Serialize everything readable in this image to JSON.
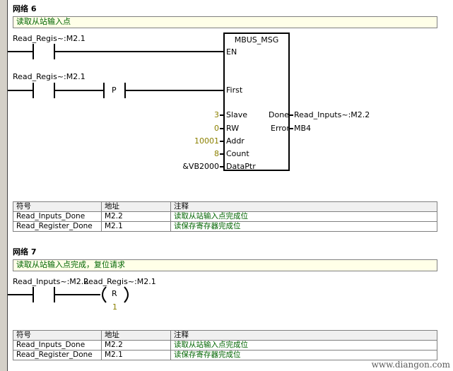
{
  "network6": {
    "title": "网络 6",
    "comment": "读取从站输入点",
    "contact1_label": "Read_Regis~:M2.1",
    "contact2_label": "Read_Regis~:M2.1",
    "p_contact": "P",
    "block": {
      "name": "MBUS_MSG",
      "pin_en": "EN",
      "pin_first": "First",
      "pin_slave": "Slave",
      "pin_rw": "RW",
      "pin_addr": "Addr",
      "pin_count": "Count",
      "pin_dataptr": "DataPtr",
      "pin_done": "Done",
      "pin_error": "Error",
      "val_slave": "3",
      "val_rw": "0",
      "val_addr": "10001",
      "val_count": "8",
      "val_dataptr": "&VB2000",
      "out_done": "Read_Inputs~:M2.2",
      "out_error": "MB4"
    },
    "table": {
      "headers": [
        "符号",
        "地址",
        "注释"
      ],
      "rows": [
        [
          "Read_Inputs_Done",
          "M2.2",
          "读取从站输入点完成位"
        ],
        [
          "Read_Register_Done",
          "M2.1",
          "读保存寄存器完成位"
        ]
      ]
    }
  },
  "network7": {
    "title": "网络 7",
    "comment": "读取从站输入点完成，复位请求",
    "contact1_label": "Read_Inputs~:M2.2",
    "contact2_label": "Read_Regis~:M2.1",
    "coil": "R",
    "coil_count": "1",
    "table": {
      "headers": [
        "符号",
        "地址",
        "注释"
      ],
      "rows": [
        [
          "Read_Inputs_Done",
          "M2.2",
          "读取从站输入点完成位"
        ],
        [
          "Read_Register_Done",
          "M2.1",
          "读保存寄存器完成位"
        ]
      ]
    }
  },
  "watermark": "www.diangon.com",
  "colors": {
    "comment_bg": "#ffffe8",
    "comment_text": "#006400",
    "param_value": "#8b8000"
  }
}
